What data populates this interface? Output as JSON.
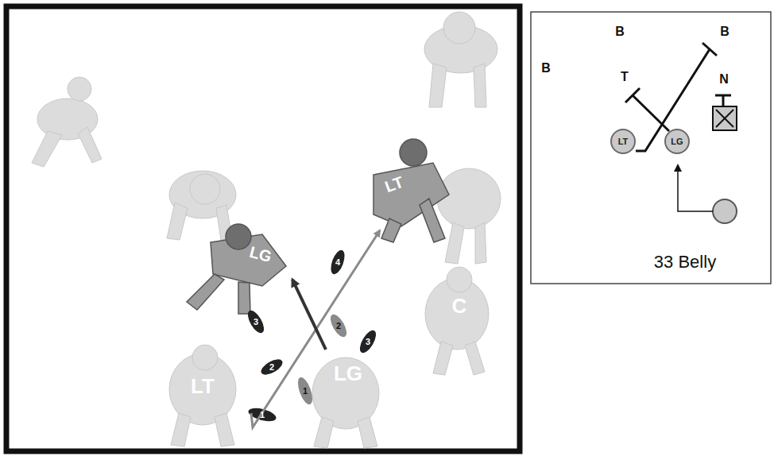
{
  "diagram": {
    "caption": "33 Belly",
    "nodes": [
      {
        "text": [
          "LT"
        ]
      },
      {
        "text": [
          "LG"
        ]
      }
    ],
    "labels": [
      "LT",
      "LG",
      "C",
      "LT",
      "LG",
      "1",
      "1",
      "2",
      "2",
      "3",
      "3",
      "4",
      "B",
      "B",
      "B",
      "T",
      "N"
    ]
  }
}
